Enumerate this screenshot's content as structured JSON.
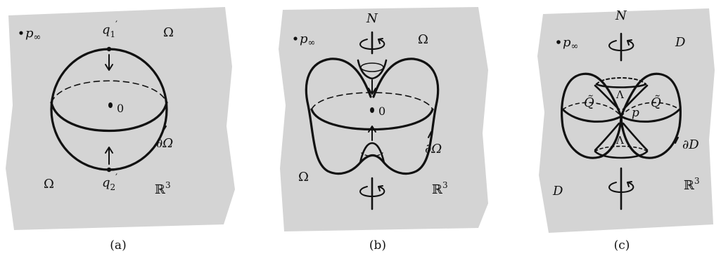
{
  "panels": [
    {
      "caption": "(a)",
      "labels": {
        "p_inf": "p",
        "p_inf_sub": "∞",
        "omega_tr": "Ω",
        "q1": "q",
        "q1_sub": "1",
        "q1_prime": "′",
        "origin": "0",
        "boundary": "∂Ω",
        "omega_bl": "Ω",
        "q2": "q",
        "q2_sub": "2",
        "q2_prime": "′",
        "space": "ℝ",
        "space_exp": "3"
      }
    },
    {
      "caption": "(b)",
      "labels": {
        "p_inf": "p",
        "p_inf_sub": "∞",
        "north": "N",
        "omega_tr": "Ω",
        "origin": "0",
        "boundary": "∂Ω",
        "omega_bl": "Ω",
        "space": "ℝ",
        "space_exp": "3"
      }
    },
    {
      "caption": "(c)",
      "labels": {
        "p_inf": "p",
        "p_inf_sub": "∞",
        "north": "N",
        "domain_tr": "D",
        "lambda_top": "Λ",
        "q_left": "Q̃",
        "p_point": "p",
        "q_right": "Q̃",
        "lambda_bottom": "Λ",
        "boundary": "∂D",
        "domain_bl": "D",
        "space": "ℝ",
        "space_exp": "3"
      }
    }
  ],
  "colors": {
    "background_blob": "#d4d4d4",
    "ink": "#111111"
  }
}
